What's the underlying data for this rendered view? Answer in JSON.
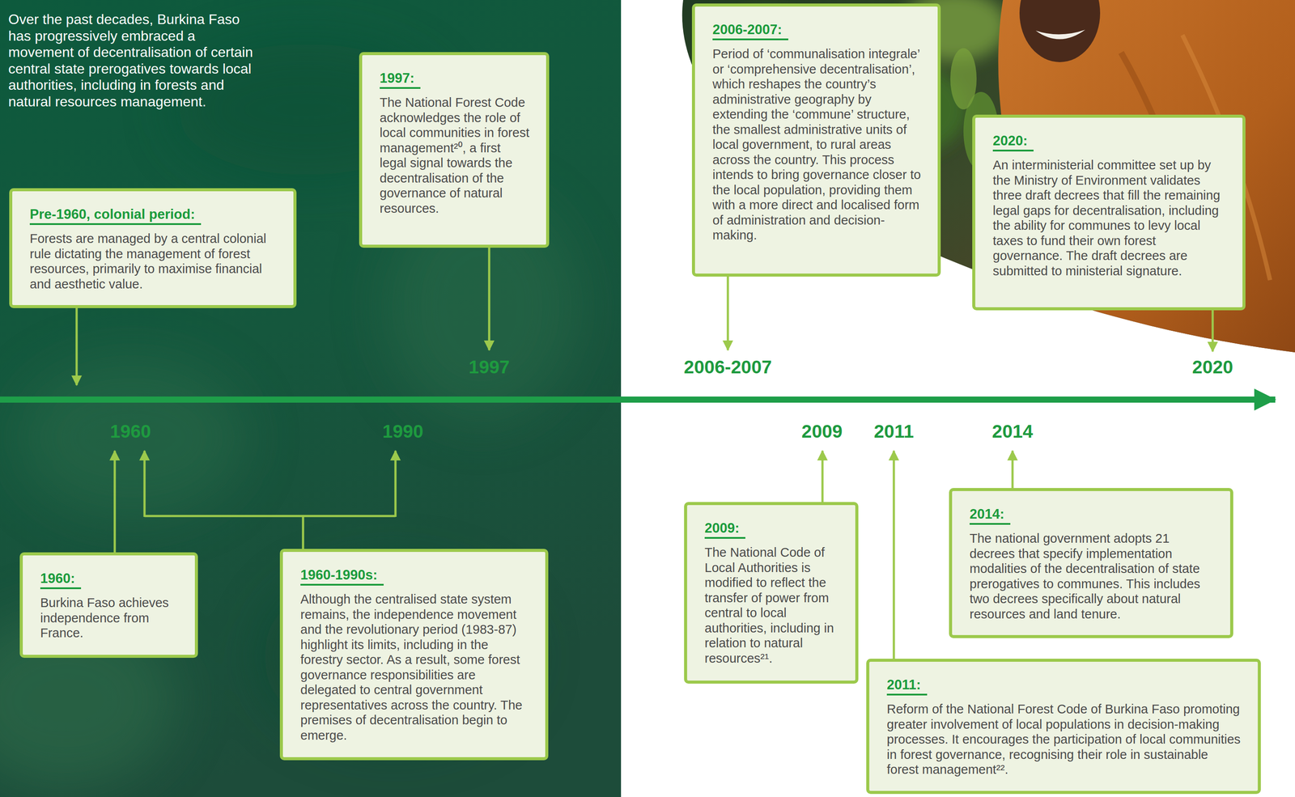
{
  "diagram": {
    "nodes": [
      {
        "text": [
          "Pre-1960, colonial period:",
          "Forests are managed by a central colonial rule dictating the management of forest resources, primarily to maximise financial and aesthetic value."
        ]
      },
      {
        "text": [
          "1997:",
          "The National Forest Code acknowledges the role of local communities in forest management²⁰, a first legal signal towards the decentralisation of the governance of natural resources."
        ]
      },
      {
        "text": [
          "2006-2007:",
          "Period of ‘communalisation integrale’ or ‘comprehensive decentralisation’, which reshapes the country’s administrative geography by extending the ‘commune’ structure, the smallest administrative units of local government, to rural areas across the country. This process intends to bring governance closer to the local population, providing them with a more direct and localised form of administration and decision-making."
        ]
      },
      {
        "text": [
          "2020:",
          "An interministerial committee set up by the Ministry of Environment validates three draft decrees that fill the remaining legal gaps for decentralisation, including the ability for communes to levy local taxes to fund their own forest governance. The draft decrees are submitted to ministerial signature."
        ]
      },
      {
        "text": [
          "1960:",
          "Burkina Faso achieves independence from France."
        ]
      },
      {
        "text": [
          "1960-1990s:",
          "Although the centralised state system remains, the independence movement and the revolutionary period (1983-87) highlight its limits, including in the forestry sector. As a result, some forest governance responsibilities are delegated to central government representatives across the country. The premises of decentralisation begin to emerge."
        ]
      },
      {
        "text": [
          "2009:",
          "The National Code of Local Authorities is modified to reflect the transfer of power from central to local authorities, including in relation to natural resources²¹."
        ]
      },
      {
        "text": [
          "2014:",
          "The national government adopts 21 decrees that specify implementation modalities of the decentralisation of state prerogatives to communes. This includes two decrees specifically about natural resources and land tenure."
        ]
      },
      {
        "text": [
          "2011:",
          "Reform of the National Forest Code of Burkina Faso promoting greater involvement of local populations in decision-making processes. It encourages the participation of local communities in forest governance, recognising their role in sustainable forest management²²."
        ]
      }
    ],
    "labels": [
      "Over the past decades, Burkina Faso has progressively embraced a movement of decentralisation of certain central state prerogatives towards local authorities, including in forests and natural resources management.",
      "1997",
      "2006-2007",
      "2020",
      "1960",
      "1990",
      "2009",
      "2011",
      "2014"
    ]
  }
}
